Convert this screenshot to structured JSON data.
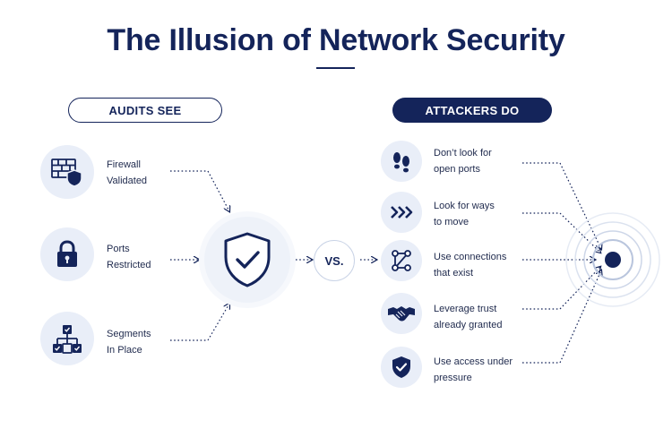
{
  "title": "The Illusion of Network Security",
  "audits": {
    "header": "AUDITS SEE",
    "items": [
      {
        "line1": "Firewall",
        "line2": "Validated",
        "icon": "firewall-shield-icon"
      },
      {
        "line1": "Ports",
        "line2": "Restricted",
        "icon": "padlock-icon"
      },
      {
        "line1": "Segments",
        "line2": "In Place",
        "icon": "network-segments-icon"
      }
    ]
  },
  "center": {
    "vs_label": "VS.",
    "icon": "shield-check-icon"
  },
  "attackers": {
    "header": "ATTACKERS DO",
    "items": [
      {
        "line1": "Don’t look for",
        "line2": "open ports",
        "icon": "footprints-icon"
      },
      {
        "line1": "Look for ways",
        "line2": "to move",
        "icon": "chevrons-right-icon"
      },
      {
        "line1": "Use connections",
        "line2": "that exist",
        "icon": "connected-nodes-icon"
      },
      {
        "line1": "Leverage trust",
        "line2": "already granted",
        "icon": "handshake-icon"
      },
      {
        "line1": "Use access under",
        "line2": "pressure",
        "icon": "shield-check-small-icon"
      }
    ]
  },
  "target": {
    "icon": "target-icon"
  },
  "colors": {
    "navy": "#14245a",
    "circle_bg": "#e9eef8",
    "ring": "#c9d3e6"
  }
}
